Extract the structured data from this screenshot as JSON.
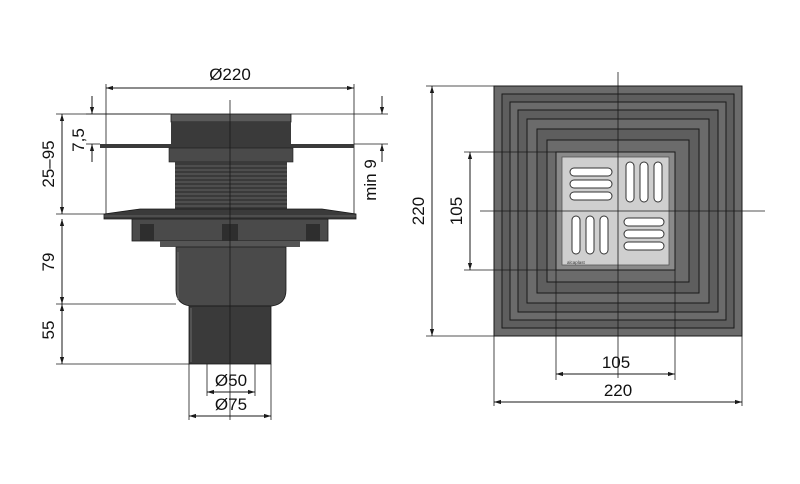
{
  "side_view": {
    "dim_top_diameter": "Ø220",
    "dim_height_range": "25–95",
    "dim_flange": "7,5",
    "dim_min": "min 9",
    "dim_body": "79",
    "dim_outlet": "55",
    "dim_outlet_inner": "Ø50",
    "dim_outlet_outer": "Ø75"
  },
  "top_view": {
    "dim_height": "220",
    "dim_grate_height": "105",
    "dim_grate_width": "105",
    "dim_width": "220",
    "grate_brand": "alcaplast"
  },
  "colors": {
    "body": "#3a3a3a",
    "body_light": "#5a5a5a",
    "frame": "#6b6b6b",
    "grate": "#c9c9c9",
    "line": "#1a1a1a"
  }
}
